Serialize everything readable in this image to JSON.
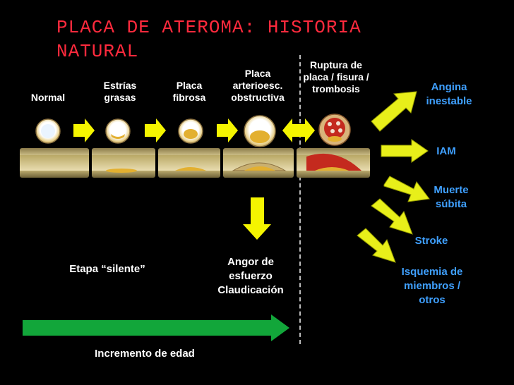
{
  "title": "PLACA DE ATEROMA: HISTORIA NATURAL",
  "stages": [
    "Normal",
    "Estrías grasas",
    "Placa fibrosa",
    "Placa arterioesc. obstructiva",
    "Ruptura de placa / fisura / trombosis"
  ],
  "outcomes": {
    "angina": "Angina inestable",
    "iam": "IAM",
    "muerte": "Muerte súbita",
    "stroke": "Stroke",
    "isquemia": "Isquemia de miembros / otros"
  },
  "notes": {
    "silent": "Etapa “silente”",
    "angor": "Angor de esfuerzo Claudicación",
    "age": "Incremento de edad"
  },
  "colors": {
    "title": "#ff2a3d",
    "outcome_text": "#3fa0ff",
    "arrow_fill": "#f5f500",
    "age_arrow": "#12a63a",
    "vessel_wall": "#d9c98a",
    "plaque": "#e3b030",
    "thrombus": "#c42a1e"
  }
}
